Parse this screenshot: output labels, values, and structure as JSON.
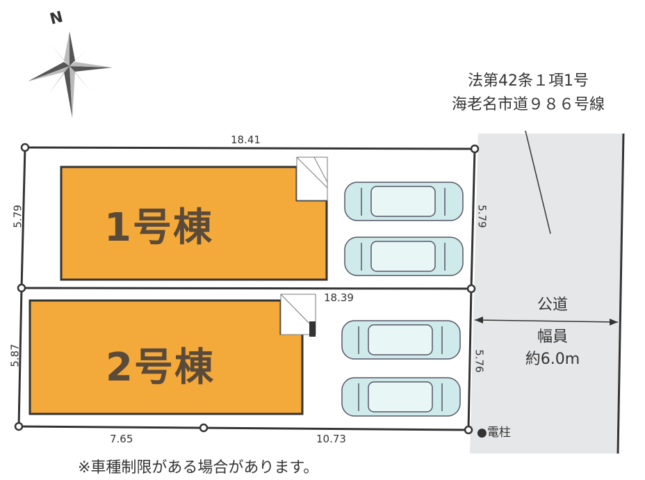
{
  "compass": {
    "label": "N"
  },
  "road_designation": {
    "line1": "法第42条１項1号",
    "line2": "海老名市道９８６号線"
  },
  "road": {
    "name": "公道",
    "width_label": "幅員",
    "width_value": "約6.0m"
  },
  "lots": [
    {
      "label": "1号棟"
    },
    {
      "label": "2号棟"
    }
  ],
  "dimensions": {
    "top_width": "18.41",
    "lot1_left_depth": "5.79",
    "lot1_right_depth": "5.79",
    "middle_width": "18.39",
    "lot2_left_depth": "5.87",
    "lot2_right_depth": "5.76",
    "bottom_left": "7.65",
    "bottom_right": "10.73"
  },
  "utility_pole": "●電柱",
  "footnote": "※車種制限がある場合があります。",
  "colors": {
    "building_fill": "#f4a93b",
    "road_fill": "#e6e7e8",
    "car_fill": "#cfeaea"
  }
}
